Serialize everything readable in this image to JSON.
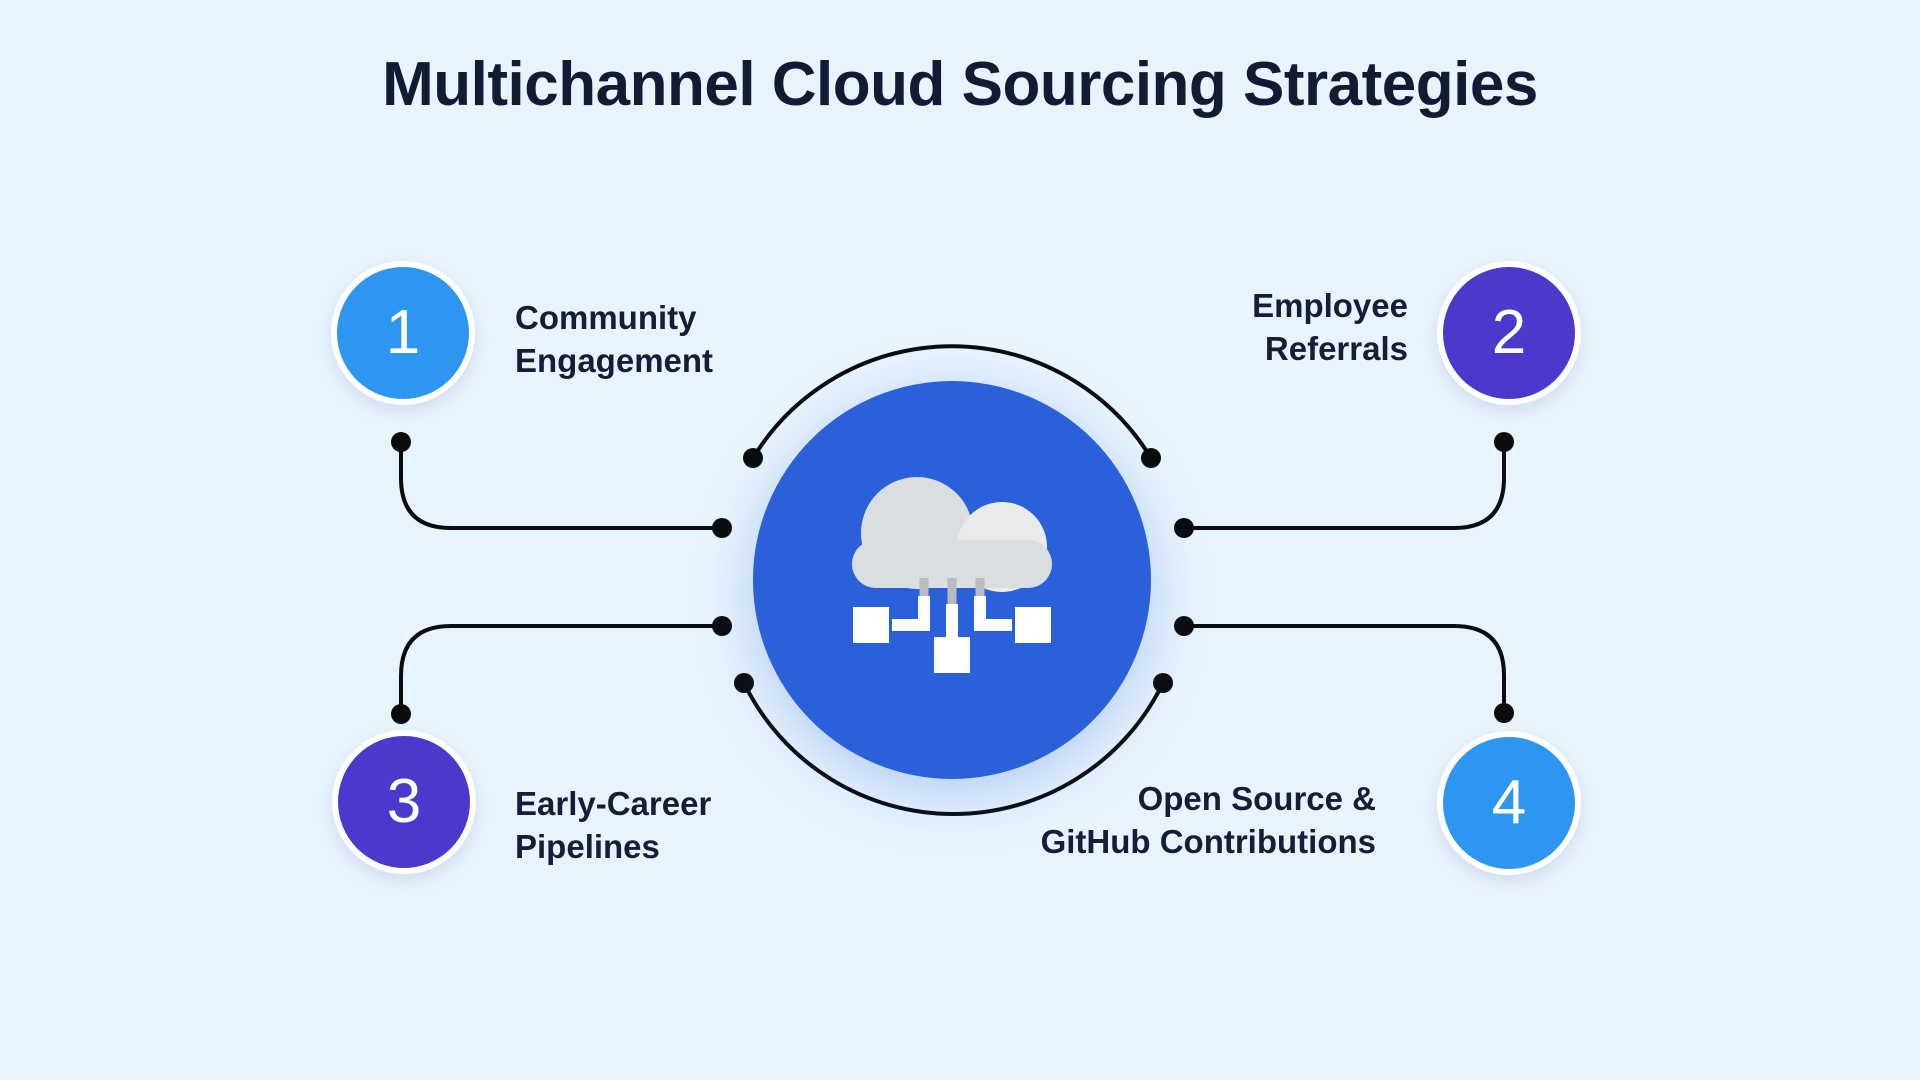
{
  "title": "Multichannel Cloud Sourcing Strategies",
  "center": {
    "icon": "cloud-network-icon"
  },
  "steps": [
    {
      "number": "1",
      "line1": "Community",
      "line2": "Engagement",
      "position": "top-left",
      "circle_color": "#2D96F0"
    },
    {
      "number": "2",
      "line1": "Employee",
      "line2": "Referrals",
      "position": "top-right",
      "circle_color": "#4B38CD"
    },
    {
      "number": "3",
      "line1": "Early-Career",
      "line2": "Pipelines",
      "position": "bottom-left",
      "circle_color": "#4B38CD"
    },
    {
      "number": "4",
      "line1": "Open Source &",
      "line2": "GitHub Contributions",
      "position": "bottom-right",
      "circle_color": "#2D96F0"
    }
  ],
  "colors": {
    "background": "#E8F4FD",
    "title_text": "#131A33",
    "label_text": "#171C38",
    "corner_blue": "#2D96F0",
    "corner_indigo": "#4B38CD",
    "center_blue": "#2A61DA",
    "circle_ring": "#FFFFFF",
    "wire": "#0C0C0E",
    "number_text": "#FFFFFF",
    "cloud_gray": "#DBDEE0",
    "cloud_gray_light": "#E9EBEC",
    "stem_gray": "#B7BCC1",
    "node_white": "#FFFFFF"
  }
}
